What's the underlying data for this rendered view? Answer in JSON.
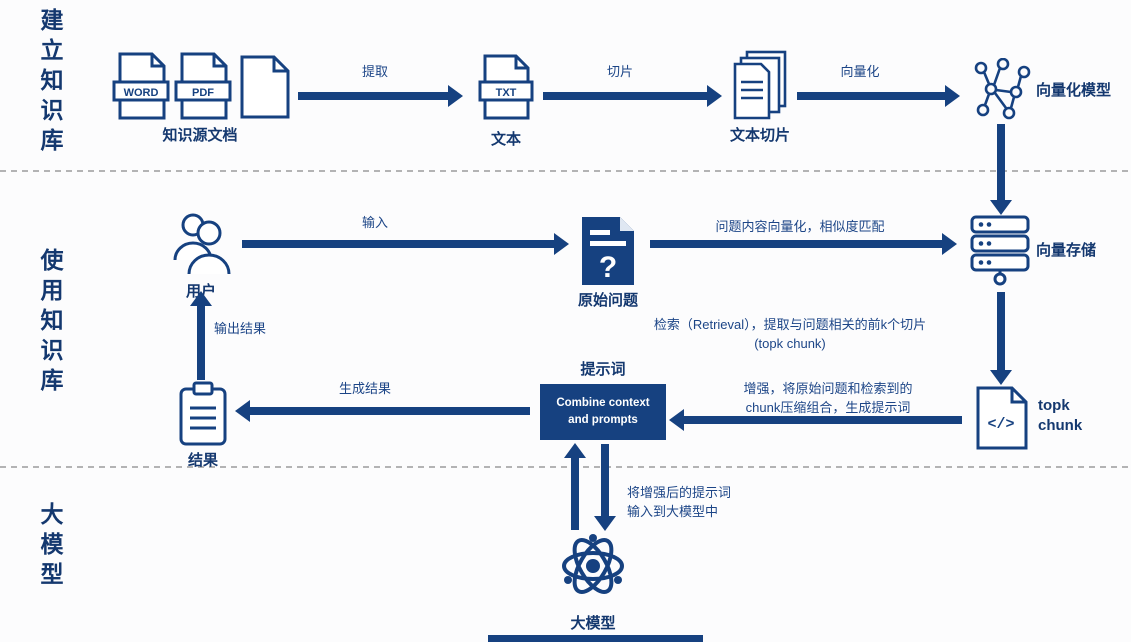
{
  "palette": {
    "navy": "#164180",
    "background": "#fcfcfd"
  },
  "sections": [
    {
      "id": "build",
      "label": "建立知识库"
    },
    {
      "id": "use",
      "label": "使用知识库"
    },
    {
      "id": "llm",
      "label": "大模型"
    }
  ],
  "nodes": {
    "source_docs": {
      "label": "知识源文档",
      "badges": {
        "word": "WORD",
        "pdf": "PDF"
      }
    },
    "text": {
      "label": "文本",
      "badge": "TXT"
    },
    "chunks": {
      "label": "文本切片"
    },
    "vector_model": {
      "label": "向量化模型"
    },
    "user": {
      "label": "用户"
    },
    "question": {
      "label": "原始问题",
      "glyph": "?"
    },
    "vector_store": {
      "label": "向量存储"
    },
    "topk": {
      "label": "topk\nchunk",
      "glyph": "</>"
    },
    "prompt": {
      "title": "提示词",
      "box": "Combine context and prompts"
    },
    "result": {
      "label": "结果"
    },
    "model": {
      "label": "大模型"
    }
  },
  "edges": {
    "extract": "提取",
    "slice": "切片",
    "vectorize": "向量化",
    "input": "输入",
    "match": "问题内容向量化，相似度匹配",
    "retrieval": "检索（Retrieval），提取与问题相关的前k个切片\n(topk chunk)",
    "augment": "增强，将原始问题和检索到的\nchunk压缩组合，生成提示词",
    "generate": "生成结果",
    "output": "输出结果",
    "to_model": "将增强后的提示词\n输入到大模型中"
  }
}
